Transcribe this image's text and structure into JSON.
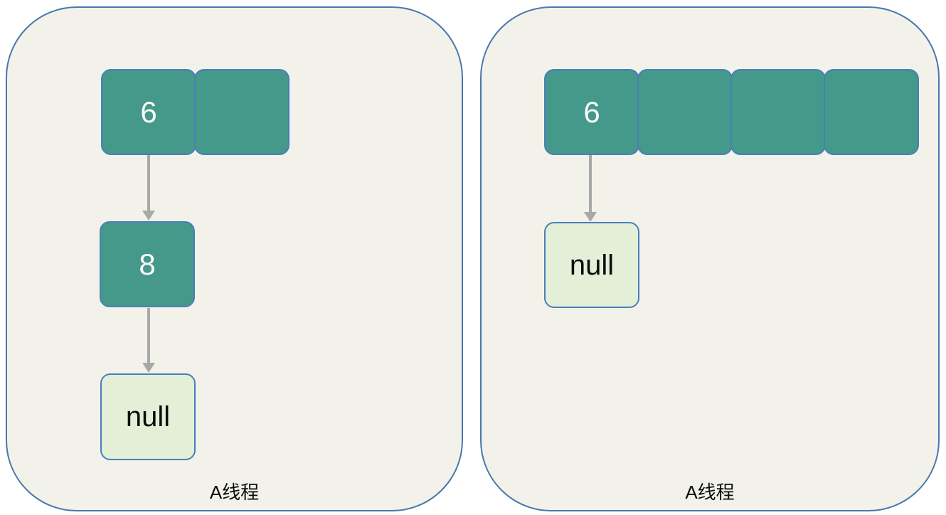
{
  "colors": {
    "page_bg": "#ffffff",
    "panel_bg": "#f2f2ea",
    "panel_border": "#4878ad",
    "cell_fill": "#45998a",
    "cell_border": "#4a7eba",
    "null_fill": "#e4efd8",
    "arrow": "#a8a8a8",
    "cell_text": "#fafafa",
    "label_text": "#0d0d0d"
  },
  "panels": [
    {
      "side": "left",
      "label": "A线程",
      "array_cells": [
        "6",
        ""
      ],
      "chain": {
        "node1": "8",
        "node2": "null"
      }
    },
    {
      "side": "right",
      "label": "A线程",
      "array_cells": [
        "6",
        "",
        "",
        ""
      ],
      "chain": {
        "node1": "null"
      }
    }
  ]
}
